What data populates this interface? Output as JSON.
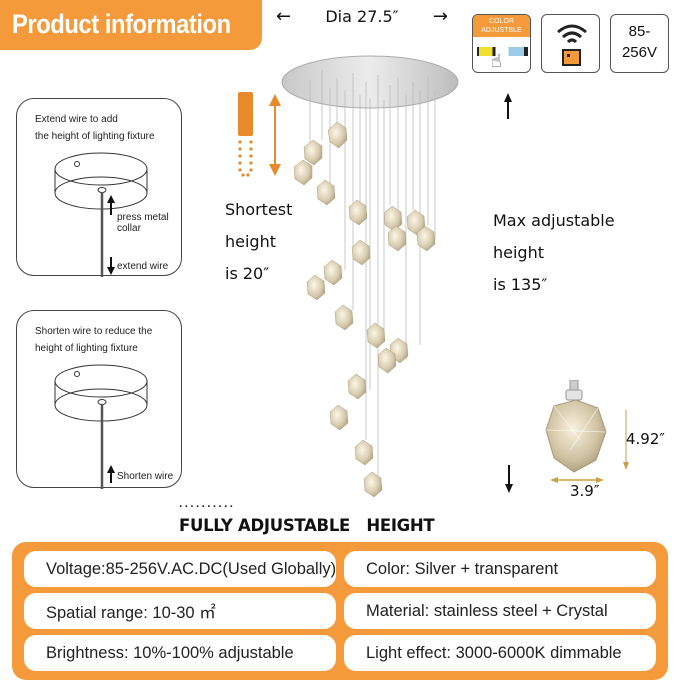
{
  "header": {
    "title": "Product information",
    "accent_color": "#f59a3a"
  },
  "dimensions": {
    "diameter_label": "Dia 27.5″",
    "left_arrow": "←",
    "right_arrow": "→",
    "shortest_lines": [
      "Shortest",
      "height",
      "is 20″"
    ],
    "max_lines": [
      "Max adjustable",
      "height",
      "is 135″"
    ],
    "pendant_height": "4.92″",
    "pendant_width": "3.9″"
  },
  "feature_icons": [
    {
      "name": "color-adjustable",
      "label_lines": [
        "COLOR",
        "ADJUSTBLE"
      ]
    },
    {
      "name": "remote-control",
      "label": ""
    },
    {
      "name": "voltage",
      "label_lines": [
        "85-",
        "256V"
      ]
    }
  ],
  "diagrams": [
    {
      "caption_lines": [
        "Extend wire to add",
        "the height of lighting fixture"
      ],
      "notes": [
        "press metal",
        "collar",
        "extend wire"
      ]
    },
    {
      "caption_lines": [
        "Shorten wire to reduce the",
        "height of lighting fixture"
      ],
      "notes": [
        "Shorten wire"
      ]
    }
  ],
  "footer_heading": {
    "dots": "..........",
    "text": "FULLY ADJUSTABLE   HEIGHT"
  },
  "specs": [
    {
      "label": "Voltage:85-256V.AC.DC(Used Globally)"
    },
    {
      "label": "Color: Silver + transparent"
    },
    {
      "label": "Spatial range: 10-30 ㎡"
    },
    {
      "label": "Material: stainless steel + Crystal"
    },
    {
      "label": "Brightness: 10%-100% adjustable"
    },
    {
      "label": "Light effect: 3000-6000K dimmable"
    }
  ]
}
